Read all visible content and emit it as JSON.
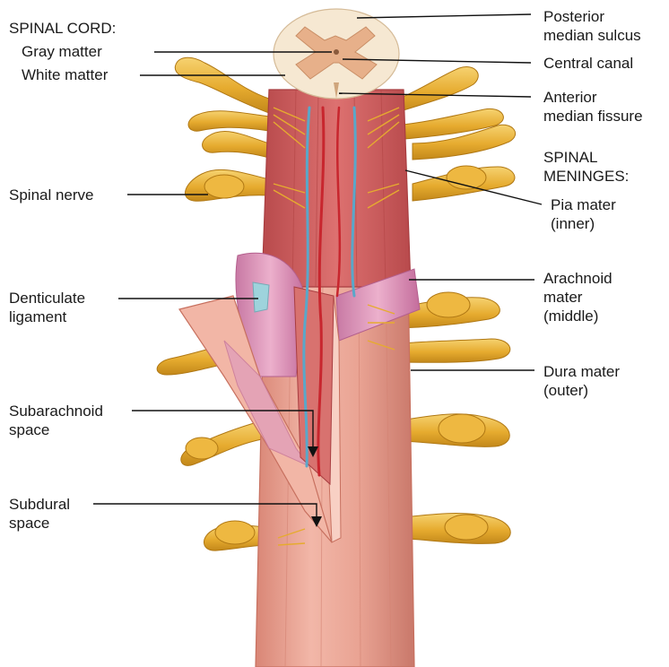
{
  "left_labels": {
    "spinal_cord_heading": "SPINAL CORD:",
    "gray_matter": "Gray matter",
    "white_matter": "White matter",
    "spinal_nerve": "Spinal nerve",
    "denticulate_ligament": "Denticulate\nligament",
    "subarachnoid_space": "Subarachnoid\nspace",
    "subdural_space": "Subdural\nspace"
  },
  "right_labels": {
    "posterior_median_sulcus": "Posterior\nmedian sulcus",
    "central_canal": "Central canal",
    "anterior_median_fissure": "Anterior\nmedian fissure",
    "spinal_meninges_heading": "SPINAL\nMENINGES:",
    "pia_mater": "Pia mater\n(inner)",
    "arachnoid_mater": "Arachnoid\nmater\n(middle)",
    "dura_mater": "Dura mater\n(outer)"
  },
  "colors": {
    "nerve": "#e9b233",
    "nerve_dark": "#c98d1c",
    "dura": "#e59e8f",
    "dura_dark": "#c97565",
    "pia": "#cf5c5a",
    "arachnoid": "#d98ab0",
    "artery": "#c8262e",
    "vein": "#5aa7c9",
    "gray_matter": "#e7b08a",
    "white_matter": "#f6e8d2",
    "leader": "#111111"
  }
}
